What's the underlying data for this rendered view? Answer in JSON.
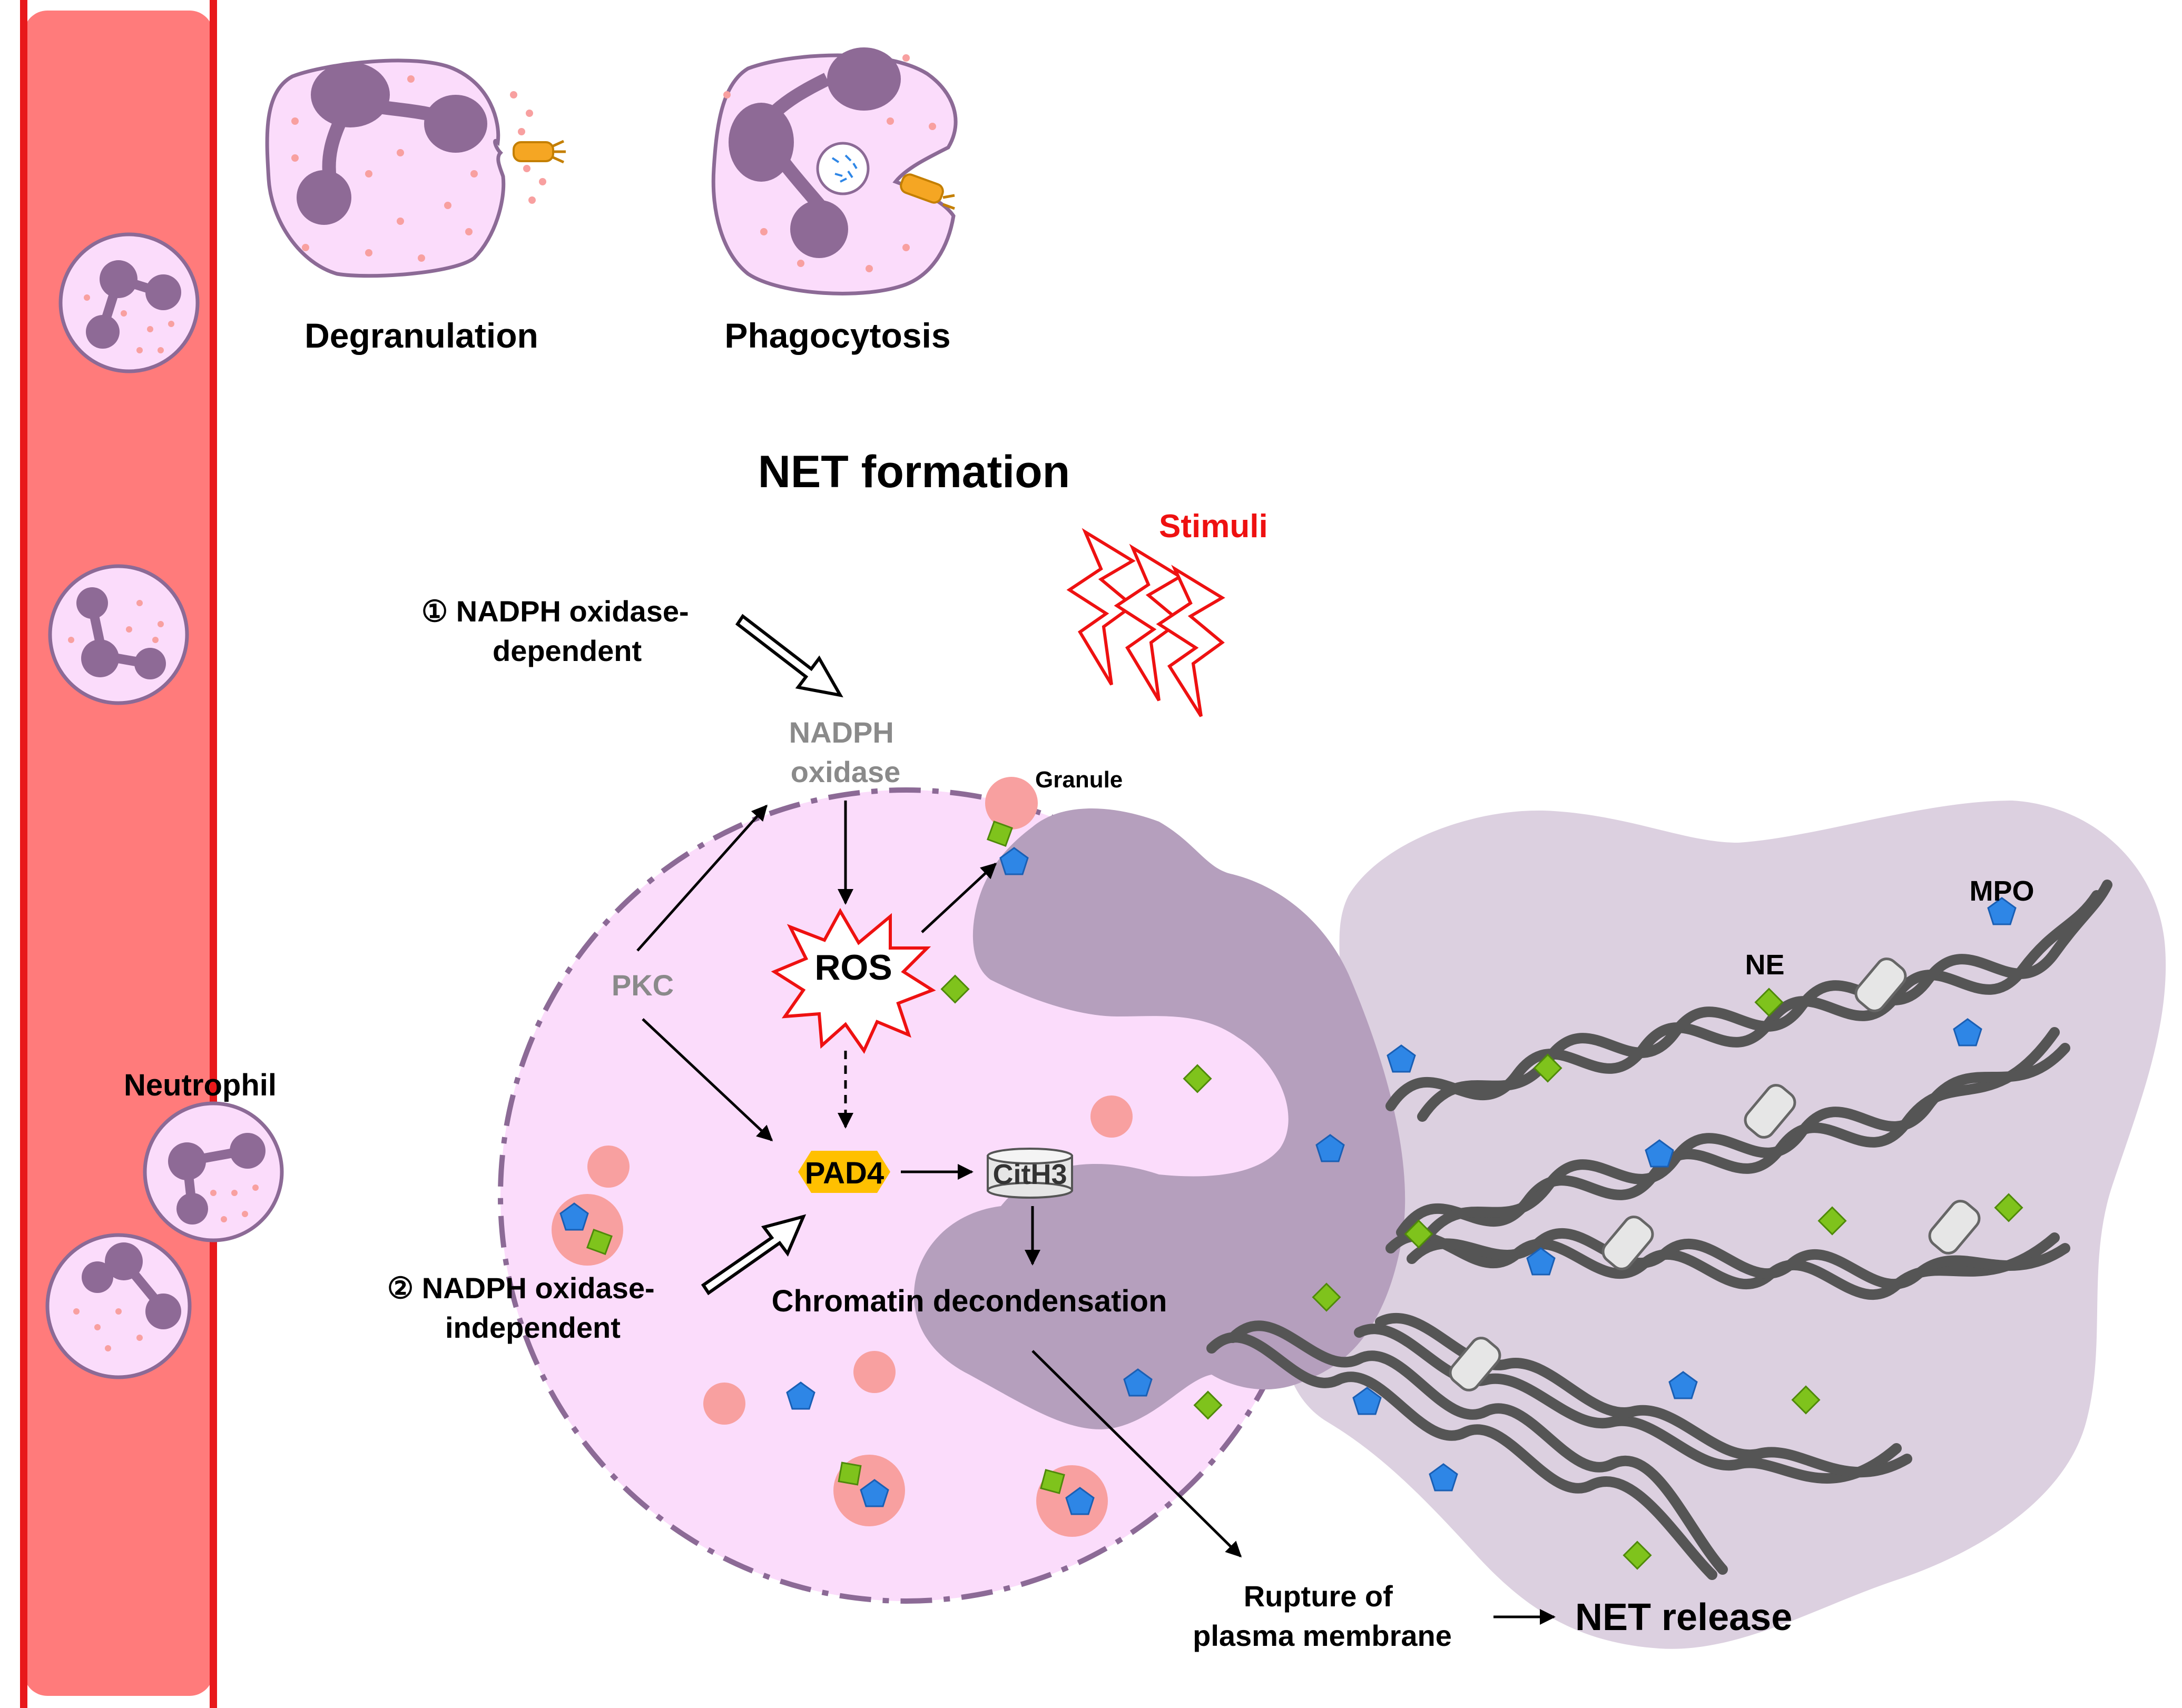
{
  "labels": {
    "degranulation": "Degranulation",
    "phagocytosis": "Phagocytosis",
    "net_formation": "NET formation",
    "stimuli": "Stimuli",
    "pathway1_line1": "① NADPH oxidase-",
    "pathway1_line2": "dependent",
    "pathway2_line1": "② NADPH oxidase-",
    "pathway2_line2": "independent",
    "nadph_line1": "NADPH",
    "nadph_line2": "oxidase",
    "pkc": "PKC",
    "ros": "ROS",
    "granule": "Granule",
    "pad4": "PAD4",
    "cith3": "CitH3",
    "chromatin": "Chromatin decondensation",
    "rupture_line1": "Rupture of",
    "rupture_line2": "plasma membrane",
    "net_release": "NET release",
    "neutrophil": "Neutrophil",
    "mpo": "MPO",
    "ne": "NE"
  },
  "colors": {
    "vessel": "#ff7b7b",
    "vessel_border": "#e8191b",
    "cell_fill": "#fbdcfb",
    "cell_outline": "#8c6a96",
    "nucleus": "#8e6a96",
    "decondensed_chromatin": "#b59fbd",
    "net_cloud": "#dcd0e0",
    "granule": "#f8a0a0",
    "stimuli": "#ee1111",
    "pad4": "#ffc000",
    "ne_marker": "#7fc31c",
    "mpo_marker": "#2e86e6",
    "dna": "#555555",
    "gray_text": "#8a8a8a"
  }
}
